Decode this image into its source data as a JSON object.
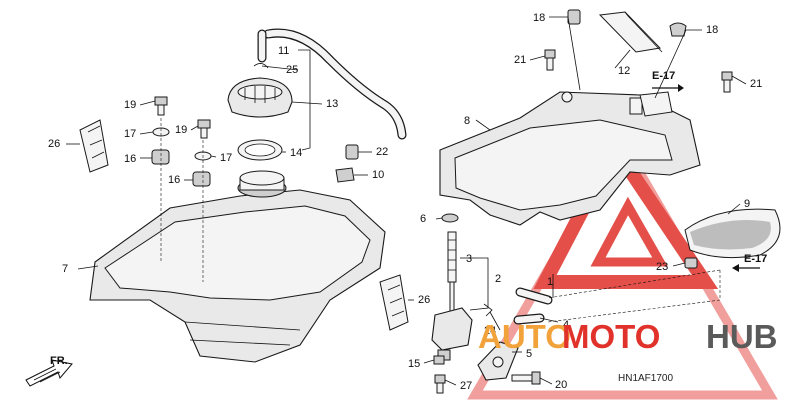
{
  "diagram": {
    "drawing_code": "HN1AF1700",
    "front_marker": "FR.",
    "watermark": {
      "word_auto": "AUTO",
      "word_moto": "MOTO",
      "word_hub": "HUB",
      "color_red": "#e0312a",
      "color_orange": "#f2a23a",
      "color_gray": "#5a5a5a"
    },
    "section_refs": [
      "E-17",
      "E-17"
    ],
    "callouts": [
      "1",
      "2",
      "3",
      "4",
      "5",
      "6",
      "7",
      "8",
      "9",
      "10",
      "11",
      "12",
      "13",
      "14",
      "15",
      "16",
      "16",
      "17",
      "17",
      "18",
      "18",
      "19",
      "19",
      "20",
      "21",
      "21",
      "22",
      "23",
      "24",
      "25",
      "26",
      "26",
      "27"
    ]
  }
}
